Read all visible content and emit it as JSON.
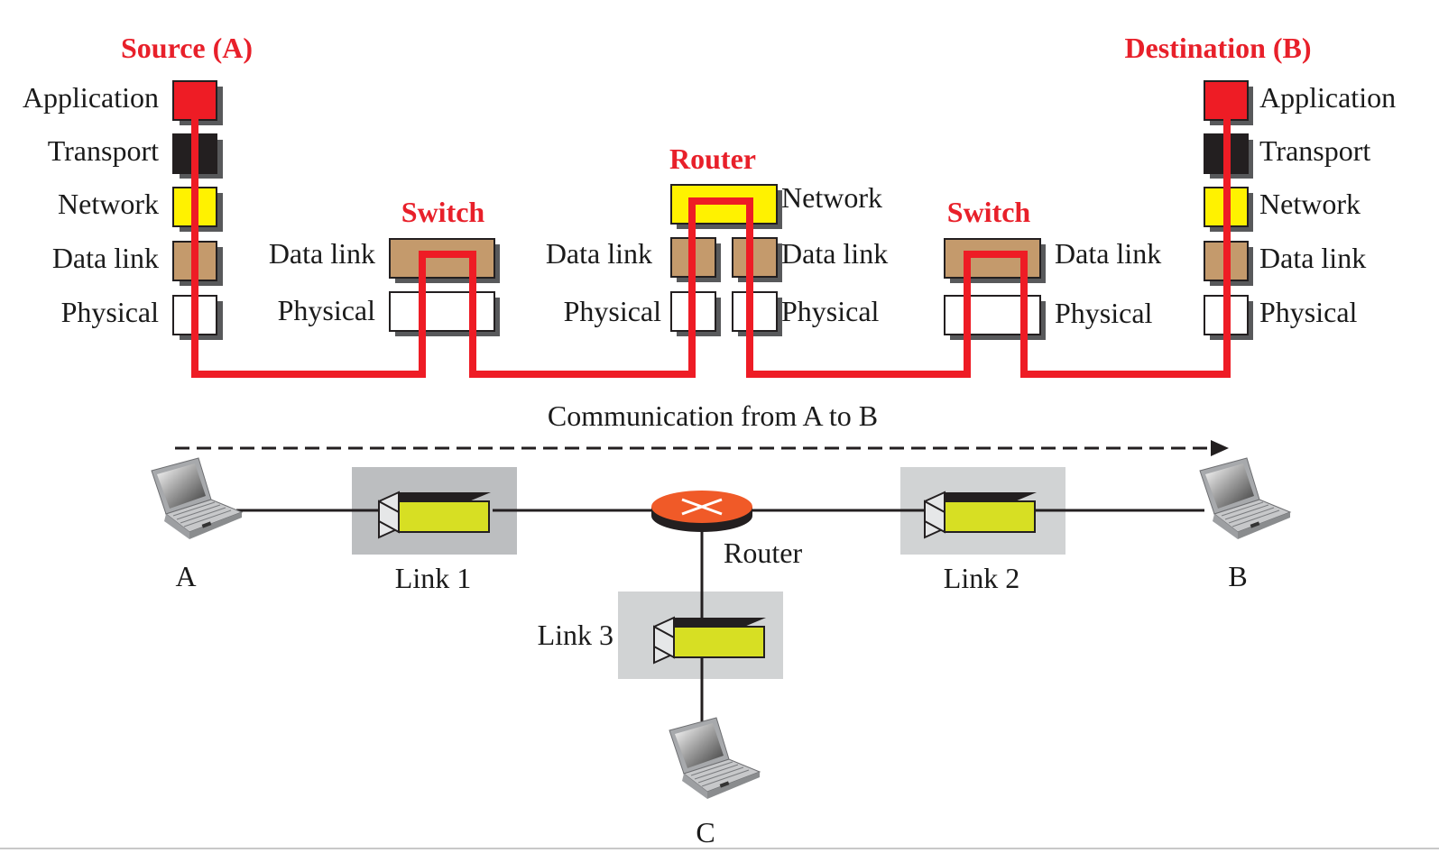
{
  "diagram": {
    "titles": {
      "source": "Source (A)",
      "destination": "Destination (B)",
      "switch_left": "Switch",
      "router": "Router",
      "switch_right": "Switch"
    },
    "layers": {
      "application": "Application",
      "transport": "Transport",
      "network": "Network",
      "data_link": "Data link",
      "physical": "Physical"
    },
    "colors": {
      "application": "#ee1c25",
      "transport": "#231f20",
      "network": "#fff200",
      "data_link": "#c49a6c",
      "physical": "#ffffff",
      "path": "#ee1c25",
      "router_icon": "#f05a28",
      "switch_body": "#d7df23",
      "link_box": "#c8c9cb"
    },
    "communication_label": "Communication from A to B",
    "nodes": {
      "host_a": "A",
      "host_b": "B",
      "host_c": "C",
      "router": "Router",
      "link1": "Link 1",
      "link2": "Link 2",
      "link3": "Link 3"
    }
  }
}
